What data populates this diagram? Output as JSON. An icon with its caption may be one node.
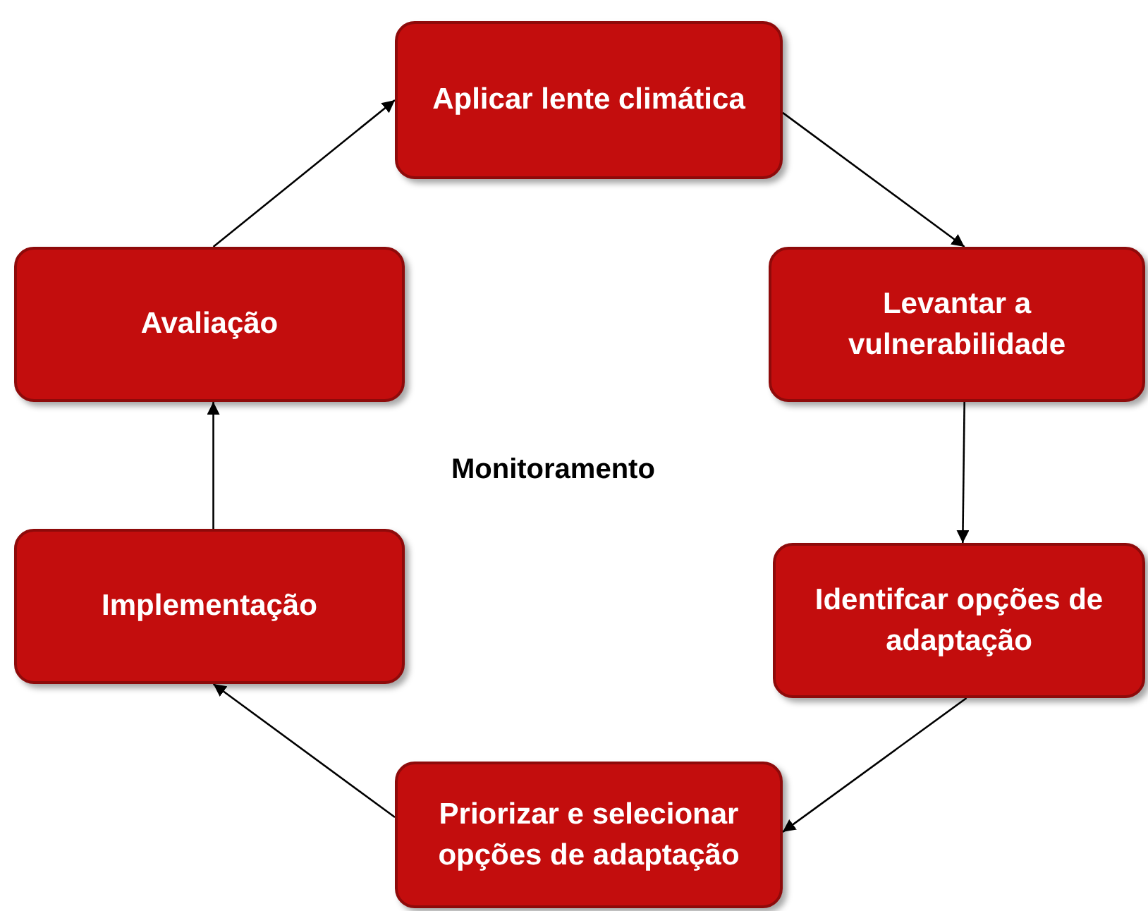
{
  "diagram": {
    "nodes": [
      {
        "text": [
          "Aplicar lente climática"
        ]
      },
      {
        "text": [
          "Levantar a vulnerabilidade"
        ]
      },
      {
        "text": [
          "Identifcar opções de adaptação"
        ]
      },
      {
        "text": [
          "Priorizar e selecionar opções de adaptação"
        ]
      },
      {
        "text": [
          "Implementação"
        ]
      },
      {
        "text": [
          "Avaliação"
        ]
      }
    ],
    "edges": [
      {
        "from": 0,
        "to": 1,
        "arrow": "to"
      },
      {
        "from": 1,
        "to": 2,
        "arrow": "to"
      },
      {
        "from": 2,
        "to": 3,
        "arrow": "to"
      },
      {
        "from": 3,
        "to": 4,
        "arrow": "to"
      },
      {
        "from": 4,
        "to": 5,
        "arrow": "to"
      },
      {
        "from": 5,
        "to": 0,
        "arrow": "to"
      }
    ],
    "labels": [
      "Monitoramento"
    ]
  }
}
